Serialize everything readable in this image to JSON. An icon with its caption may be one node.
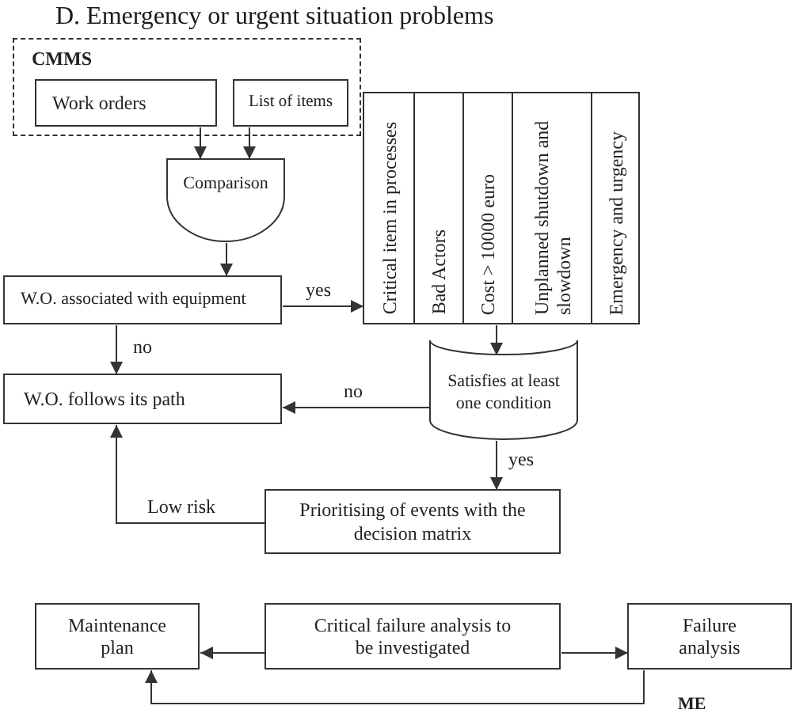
{
  "diagram": {
    "title": "D. Emergency or urgent situation problems",
    "nodes": [
      {
        "text": [
          "CMMS"
        ]
      },
      {
        "text": [
          "Work orders"
        ],
        "in": 0
      },
      {
        "text": [
          "List of items"
        ],
        "in": 0
      },
      {
        "text": [
          "Comparison"
        ]
      },
      {
        "text": [
          "W.O. associated with equipment"
        ]
      },
      {
        "text": [
          "Critical item in processes",
          "Bad Actors",
          "Cost > 10000 euro",
          "Unplanned shutdown and slowdown",
          "Emergency and urgency"
        ]
      },
      {
        "text": [
          "Satisfies at least one condition"
        ]
      },
      {
        "text": [
          "W.O. follows its path"
        ]
      },
      {
        "text": [
          "Prioritising of events with the decision matrix"
        ]
      },
      {
        "text": [
          "Maintenance plan"
        ]
      },
      {
        "text": [
          "Critical failure analysis to be investigated"
        ]
      },
      {
        "text": [
          "Failure analysis"
        ]
      }
    ],
    "edges": [
      {
        "from": 1,
        "to": 3,
        "arrow": "to"
      },
      {
        "from": 2,
        "to": 3,
        "arrow": "to"
      },
      {
        "from": 3,
        "to": 4,
        "arrow": "to"
      },
      {
        "from": 4,
        "to": 5,
        "arrow": "to",
        "label": "yes"
      },
      {
        "from": 4,
        "to": 7,
        "arrow": "to",
        "label": "no"
      },
      {
        "from": 5,
        "to": 6,
        "arrow": "to"
      },
      {
        "from": 6,
        "to": 7,
        "arrow": "to",
        "label": "no"
      },
      {
        "from": 6,
        "to": 8,
        "arrow": "to",
        "label": "yes"
      },
      {
        "from": 8,
        "to": 7,
        "arrow": "to",
        "label": "Low risk"
      },
      {
        "from": 10,
        "to": 9,
        "arrow": "to"
      },
      {
        "from": 10,
        "to": 11,
        "arrow": "to"
      },
      {
        "from": 11,
        "to": 9,
        "arrow": "to"
      }
    ],
    "labels": [
      "ME"
    ]
  }
}
